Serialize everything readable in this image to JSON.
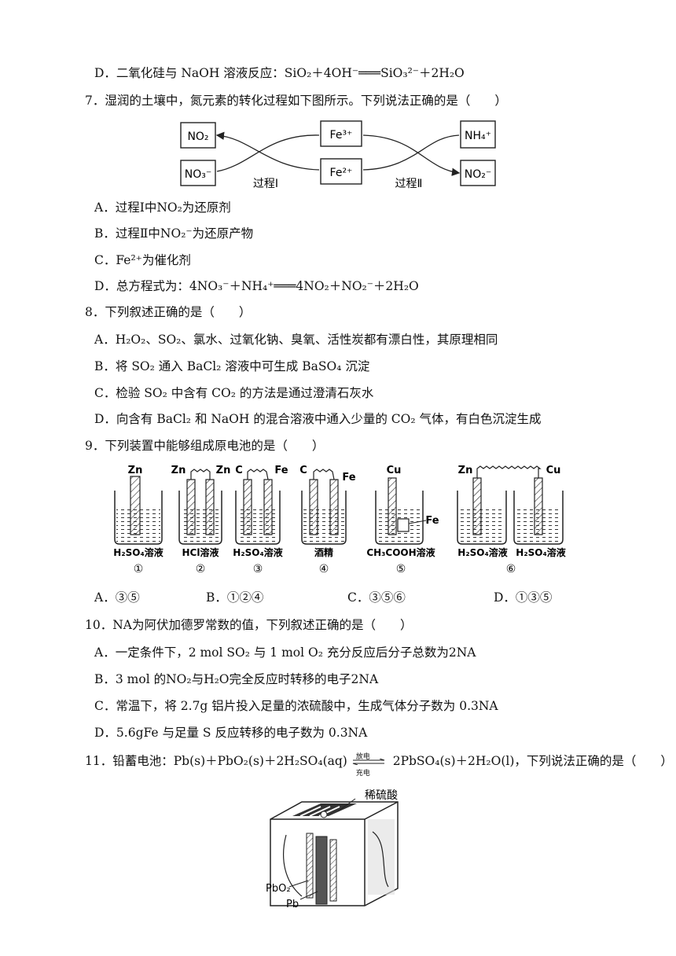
{
  "q6": {
    "option_d_text": "D．二氧化硅与 NaOH 溶液反应：SiO₂＋4OH⁻═══SiO₃²⁻＋2H₂O"
  },
  "q7": {
    "stem": "7．湿润的土壤中，氮元素的转化过程如下图所示。下列说法正确的是（　　）",
    "diagram": {
      "boxes": [
        "NO₂",
        "NO₃⁻",
        "Fe³⁺",
        "Fe²⁺",
        "NH₄⁺",
        "NO₂⁻"
      ],
      "process1_label": "过程Ⅰ",
      "process2_label": "过程Ⅱ"
    },
    "options": [
      "A．过程Ⅰ中NO₂为还原剂",
      "B．过程Ⅱ中NO₂⁻为还原产物",
      "C．Fe²⁺为催化剂",
      "D．总方程式为：4NO₃⁻＋NH₄⁺═══4NO₂＋NO₂⁻＋2H₂O"
    ]
  },
  "q8": {
    "stem": "8．下列叙述正确的是（　　）",
    "options": [
      "A．H₂O₂、SO₂、氯水、过氧化钠、臭氧、活性炭都有漂白性，其原理相同",
      "B．将 SO₂ 通入 BaCl₂ 溶液中可生成 BaSO₄ 沉淀",
      "C．检验 SO₂ 中含有 CO₂ 的方法是通过澄清石灰水",
      "D．向含有 BaCl₂ 和 NaOH 的混合溶液中通入少量的 CO₂ 气体，有白色沉淀生成"
    ]
  },
  "q9": {
    "stem": "9．下列装置中能够组成原电池的是（　　）",
    "devices": [
      {
        "electrodes": [
          "Zn"
        ],
        "solution": "H₂SO₄溶液",
        "num": "①"
      },
      {
        "electrodes": [
          "Zn",
          "Zn"
        ],
        "solution": "HCl溶液",
        "num": "②"
      },
      {
        "electrodes": [
          "C",
          "Fe"
        ],
        "solution": "H₂SO₄溶液",
        "num": "③"
      },
      {
        "electrodes": [
          "C",
          "Fe"
        ],
        "solution": "酒精",
        "num": "④"
      },
      {
        "electrodes": [
          "Cu",
          "Fe"
        ],
        "solution": "CH₃COOH溶液",
        "num": "⑤"
      },
      {
        "electrodes": [
          "Zn",
          "Cu"
        ],
        "solution": "H₂SO₄溶液",
        "solution2": "H₂SO₄溶液",
        "num": "⑥"
      }
    ],
    "options": [
      "A．③⑤",
      "B．①②④",
      "C．③⑤⑥",
      "D．①③⑤"
    ]
  },
  "q10": {
    "stem": "10．NA为阿伏加德罗常数的值，下列叙述正确的是（　　）",
    "options": [
      "A．一定条件下，2 mol SO₂ 与 1 mol O₂ 充分反应后分子总数为2NA",
      "B．3 mol 的NO₂与H₂O完全反应时转移的电子2NA",
      "C．常温下，将 2.7g 铝片投入足量的浓硫酸中，生成气体分子数为 0.3NA",
      "D．5.6gFe 与足量 S 反应转移的电子数为 0.3NA"
    ]
  },
  "q11": {
    "stem_left": "11．铅蓄电池：Pb(s)＋PbO₂(s)＋2H₂SO₄(aq)",
    "arrow_top": "放电",
    "arrow_bottom": "充电",
    "stem_right": "2PbSO₄(s)＋2H₂O(l)，下列说法正确的是（　　）",
    "figure_labels": [
      "稀硫酸",
      "PbO₂",
      "Pb"
    ]
  }
}
